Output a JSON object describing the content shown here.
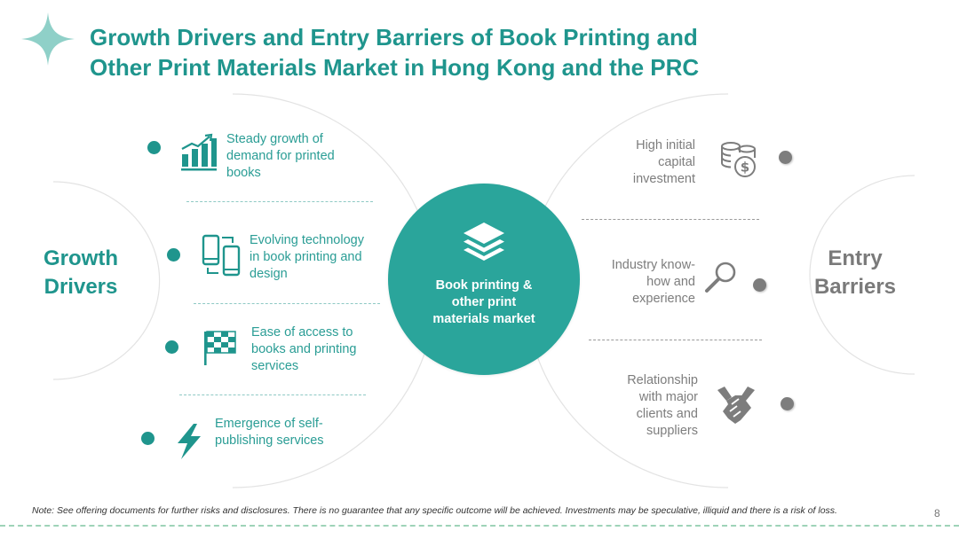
{
  "title": {
    "line1": "Growth Drivers and Entry Barriers of Book Printing and",
    "line2": "Other Print Materials Market in Hong Kong and the PRC"
  },
  "center": {
    "line1": "Book printing &",
    "line2": "other print",
    "line3": "materials market",
    "icon": "layers-icon"
  },
  "growth_drivers": {
    "label_line1": "Growth",
    "label_line2": "Drivers",
    "items": [
      {
        "icon": "bar-chart-growth-icon",
        "lines": [
          "Steady growth of",
          "demand for printed",
          "books"
        ]
      },
      {
        "icon": "smartphones-sync-icon",
        "lines": [
          "Evolving technology",
          "in book printing and",
          "design"
        ]
      },
      {
        "icon": "grid-flag-icon",
        "lines": [
          "Ease of access to",
          "books and printing",
          "services"
        ]
      },
      {
        "icon": "lightning-bolt-icon",
        "lines": [
          "Emergence of self-",
          "publishing services"
        ]
      }
    ]
  },
  "entry_barriers": {
    "label_line1": "Entry",
    "label_line2": "Barriers",
    "items": [
      {
        "icon": "coins-dollar-icon",
        "lines": [
          "High initial",
          "capital",
          "investment"
        ]
      },
      {
        "icon": "magnifier-icon",
        "lines": [
          "Industry know-",
          "how and",
          "experience"
        ]
      },
      {
        "icon": "handshake-icon",
        "lines": [
          "Relationship",
          "with major",
          "clients and",
          "suppliers"
        ]
      }
    ]
  },
  "footer": {
    "note": "Note: See offering documents for further risks and disclosures. There is no guarantee that any specific outcome will be achieved. Investments may be  speculative, illiquid and there is a risk of loss.",
    "page_number": "8"
  },
  "colors": {
    "teal": "#1f958d",
    "center_fill": "#2aa59b",
    "grey": "#7d7d7d",
    "sparkle": "#8fd0c8"
  }
}
